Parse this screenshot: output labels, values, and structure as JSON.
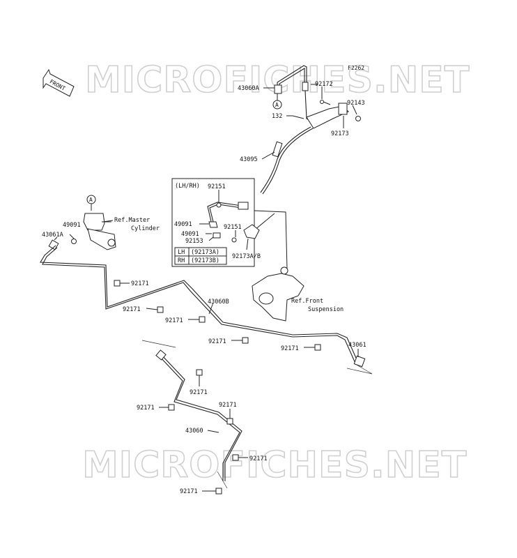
{
  "figure_code": "F2262",
  "watermark": "MICROFICHES.NET",
  "front_arrow": "FRONT",
  "callout_letter": "A",
  "inset": {
    "title": "(LH/RH)",
    "table": [
      {
        "side": "LH",
        "part": "(92173A)"
      },
      {
        "side": "RH",
        "part": "(92173B)"
      }
    ]
  },
  "references": {
    "master_cylinder": [
      "Ref.Master",
      "Cylinder"
    ],
    "front_suspension": [
      "Ref.Front",
      "Suspension"
    ]
  },
  "part_labels": {
    "p43060A": "43060A",
    "p92172": "92172",
    "p92143": "92143",
    "p132": "132",
    "p92173": "92173",
    "p43095": "43095",
    "p92151a": "92151",
    "p49091a": "49091",
    "p92151b": "92151",
    "p49091b": "49091",
    "p92153": "92153",
    "p92173AB": "92173A/B",
    "p49091c": "49091",
    "p43061A": "43061A",
    "p92171_1": "92171",
    "p92171_2": "92171",
    "p43060B": "43060B",
    "p92171_3": "92171",
    "p92171_4": "92171",
    "p92171_5": "92171",
    "p43061": "43061",
    "p92171_6": "92171",
    "p92171_7": "92171",
    "p92171_8": "92171",
    "p43060": "43060",
    "p92171_9": "92171",
    "p92171_10": "92171"
  }
}
